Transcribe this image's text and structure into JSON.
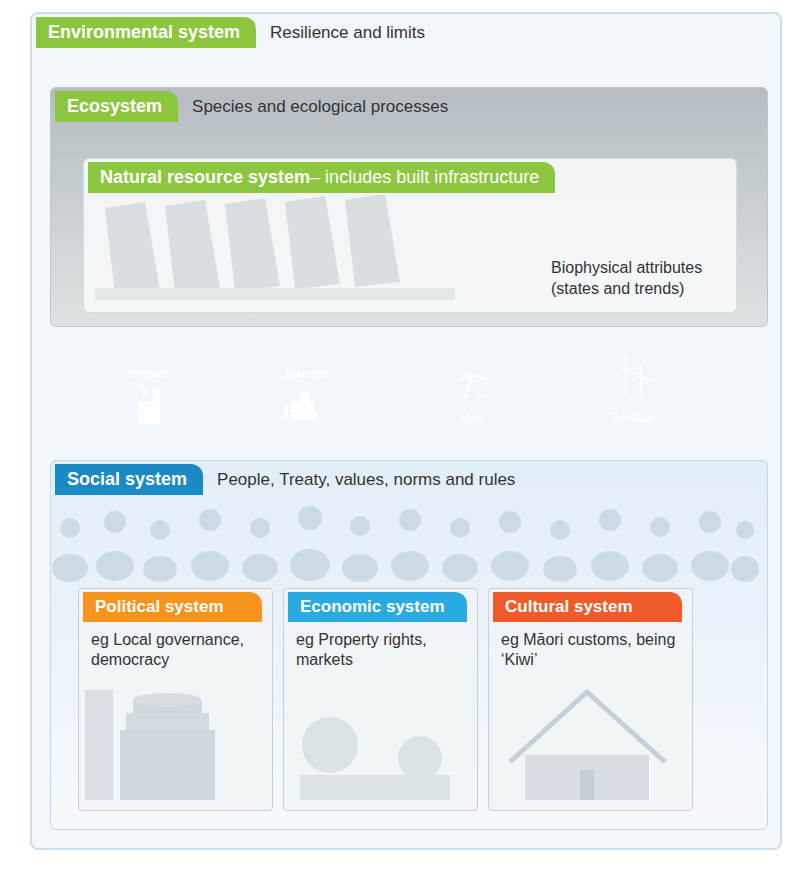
{
  "diagram": {
    "nodes": [
      {
        "text": [
          "Environmental system",
          "Resilience and limits"
        ]
      },
      {
        "text": [
          "Ecosystem",
          "Species and ecological processes"
        ],
        "in": 0
      },
      {
        "text": [
          "Natural resource system",
          "– includes built infrastructure",
          "Biophysical attributes (states and trends)"
        ],
        "in": 1
      },
      {
        "text": [
          "Social system",
          "People, Treaty, values, norms and rules"
        ],
        "in": 0
      },
      {
        "text": [
          "Political system",
          "eg Local governance, democracy"
        ],
        "in": 3
      },
      {
        "text": [
          "Economic system",
          "eg Property rights, markets"
        ],
        "in": 3
      },
      {
        "text": [
          "Cultural system",
          "eg Māori customs, being ‘Kiwi’"
        ],
        "in": 3
      }
    ],
    "edges": [
      {
        "from": 3,
        "to": 1,
        "label": "Impact",
        "arrow": "to"
      },
      {
        "from": 3,
        "to": 1,
        "label": "Manage",
        "arrow": "to"
      },
      {
        "from": 1,
        "to": 3,
        "label": "Use",
        "arrow": "to"
      },
      {
        "from": 1,
        "to": 3,
        "label": "Service",
        "arrow": "to"
      }
    ]
  }
}
